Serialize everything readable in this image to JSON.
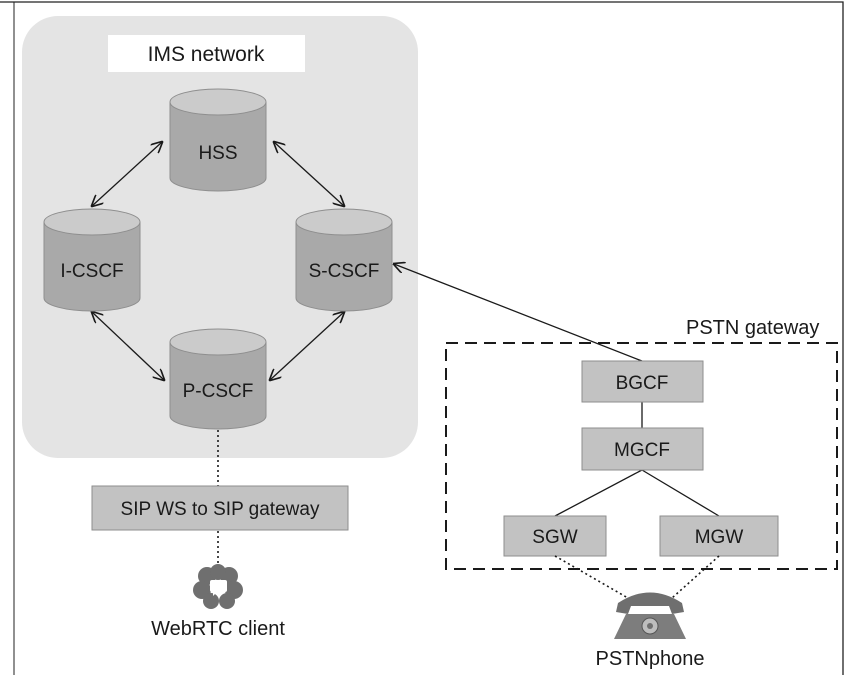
{
  "ims": {
    "title": "IMS network",
    "nodes": {
      "hss": "HSS",
      "icscf": "I-CSCF",
      "scscf": "S-CSCF",
      "pcscf": "P-CSCF"
    }
  },
  "pstn": {
    "title": "PSTN gateway",
    "nodes": {
      "bgcf": "BGCF",
      "mgcf": "MGCF",
      "sgw": "SGW",
      "mgw": "MGW"
    }
  },
  "gateway_label": "SIP WS to SIP gateway",
  "webrtc_label": "WebRTC client",
  "phone_label": "PSTNphone",
  "colors": {
    "ims_background": "#e4e4e4",
    "cylinder_body": "#a9a9a9",
    "cylinder_top": "#cbcbcb",
    "box_fill": "#c2c2c2",
    "line": "#1a1a1a"
  }
}
